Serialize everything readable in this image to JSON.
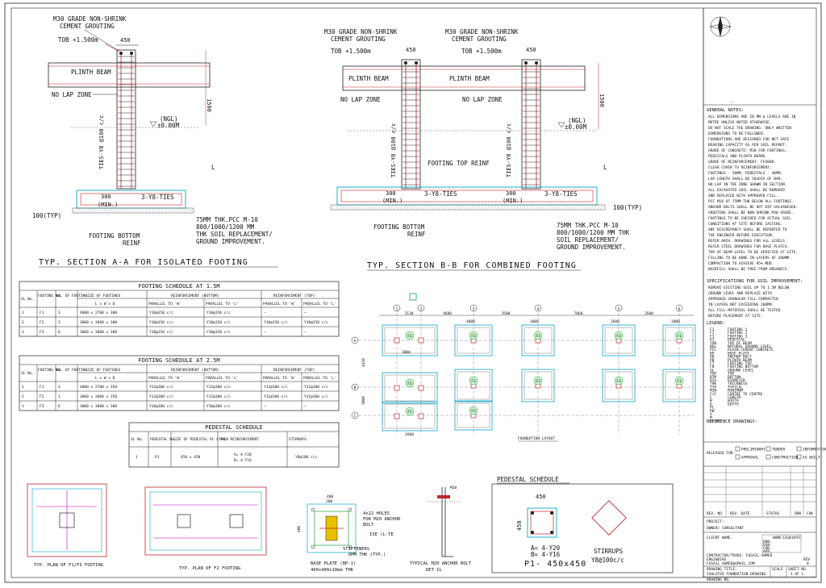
{
  "section_aa": {
    "grout": [
      "M30 GRADE NON-SHRINK",
      "CEMENT GROUTING"
    ],
    "tob": "TOB +1.500m",
    "w450": "450",
    "plinth": "PLINTH BEAM",
    "nolap": "NO LAP ZONE",
    "ngl": "(NGL)",
    "lvl": "±0.00M",
    "ties": "TIES-Y8 @100 c/c",
    "d300": "300",
    "dmin": "(MIN.)",
    "ytie": "3-Y8-TIES",
    "typ": "100(TYP)",
    "pcc": "75MM THK.PCC M-10",
    "soil": [
      "800/1000/1200 MM",
      "THK SOIL REPLACEMENT/",
      "GROUND IMPROVEMENT."
    ],
    "fbr": [
      "FOOTING BOTTOM",
      "REINF"
    ],
    "d1500": "1500",
    "L": "L",
    "title": "TYP. SECTION A-A  FOR ISOLATED FOOTING"
  },
  "section_bb": {
    "grout": [
      "M30 GRADE NON-SHRINK",
      "CEMENT GROUTING"
    ],
    "tob": "TOB +1.500m",
    "w450": "450",
    "plinth": "PLINTH BEAM",
    "nolap": "NO LAP ZONE",
    "ngl": "(NGL)",
    "lvl": "±0.00M",
    "ties": "TIES-Y8 @100 c/c",
    "top": "FOOTING TOP REINF",
    "d300": "300",
    "dmin": "(MIN.)",
    "ytie": "3-Y8-TIES",
    "typ": "100(TYP)",
    "pcc": "75MM THK.PCC M-10",
    "soil": [
      "800/1000/1200 MM THK",
      "SOIL REPLACEMENT/",
      "GROUND IMPROVEMENT."
    ],
    "fbr": [
      "FOOTING BOTTOM",
      "REINF"
    ],
    "d1500": "1500",
    "L": "L",
    "title": "TYP. SECTION B-B  FOR COMBINED FOOTING"
  },
  "schedule15": {
    "title": "FOOTING SCHEDULE AT 1.5M",
    "headers": [
      "SL No.",
      "FOOTING No.",
      "NO. OF FOOTING",
      "SIZE OF FOOTINGS",
      "REINFORCEMENT (BOTTOM)",
      "REINFORCEMENT (TOP)"
    ],
    "sub": [
      "L x W x D",
      "PARALLEL TO 'W'",
      "PARALLEL TO 'L'",
      "PARALLEL TO 'W'",
      "PARALLEL TO 'L'"
    ],
    "rows": [
      [
        "1",
        "F1",
        "3",
        "4000 x 2700 x 300",
        "Y10@150 c/c",
        "Y10@150 c/c",
        "—",
        "—"
      ],
      [
        "2",
        "F2",
        "3",
        "3000 x 2600 x 300",
        "Y10@150 c/c",
        "Y10@150 c/c",
        "Y10@150 c/c",
        "Y10@150 c/c"
      ],
      [
        "3",
        "F3",
        "6",
        "3000 x 3000 x 300",
        "Y10@150 c/c",
        "Y10@150 c/c",
        "—",
        "—"
      ]
    ]
  },
  "schedule25": {
    "title": "FOOTING SCHEDULE AT 2.5M",
    "headers": [
      "SL No.",
      "FOOTING No.",
      "NO. OF FOOTING",
      "SIZE OF FOOTINGS",
      "REINFORCEMENT (BOTTOM)",
      "REINFORCEMENT (TOP)"
    ],
    "sub": [
      "L x W x D",
      "PARALLEL TO 'W'",
      "PARALLEL TO 'L'",
      "PARALLEL TO 'W'",
      "PARALLEL TO 'L'"
    ],
    "rows": [
      [
        "1",
        "F1",
        "3",
        "4000 x 2700 x 350",
        "Y12@100 c/c",
        "Y12@100 c/c",
        "Y12@100 c/c",
        "Y12@100 c/c"
      ],
      [
        "2",
        "F2",
        "3",
        "3000 x 2600 x 350",
        "Y12@100 c/c",
        "Y12@100 c/c",
        "Y12@100 c/c",
        "Y12@100 c/c"
      ],
      [
        "3",
        "F3",
        "6",
        "3000 x 3000 x 300",
        "Y10@100 c/c",
        "Y10@100 c/c",
        "—",
        "—"
      ]
    ]
  },
  "pedestal_schedule": {
    "title": "PEDESTAL SCHEDULE",
    "headers": [
      "SL No.",
      "PEDESTAL No.",
      "SIZE OF PEDESTAL PL X PW",
      "MAIN REINFORCEMENT",
      "STIRRUPS"
    ],
    "row": [
      "1",
      "P1",
      "450 x 450",
      "A= 4-Y20",
      "B= 4-Y16",
      "Y8@100 c/c"
    ]
  },
  "layout": {
    "grid_cols": [
      "1",
      "2",
      "3",
      "4",
      "5",
      "6"
    ],
    "grid_rows": [
      "A",
      "B",
      "C"
    ],
    "dims_top": [
      "2130",
      "4600",
      "3500",
      "7060",
      "3500"
    ],
    "dims_left": [
      "4410",
      "3800"
    ],
    "footing_dims": [
      "3000",
      "3000",
      "4000",
      "2600",
      "3000",
      "2600"
    ],
    "labels": [
      "F1",
      "F2",
      "F3"
    ],
    "caption": "FOUNDATION LAYOUT"
  },
  "details": {
    "plan1": "TYP. PLAN OF F1/F3 FOOTING",
    "plan2": "TYP. PLAN OF F2 FOOTING",
    "bp_dims": [
      "400",
      "200"
    ],
    "bp_holes": [
      "4x22 HOLES",
      "FOR M20 ANCHOR",
      "BOLT"
    ],
    "bp_ise": "ISE (L-TE",
    "bp_stiff": [
      "STIFFENERS",
      "6MM THK (TYP.)"
    ],
    "bp_title": [
      "BASE PLATE (BP-1)",
      "400x400x10mm THK"
    ],
    "ab_dim": "M20",
    "ab_title": [
      "TYPICAL M20 ANCHOR BOLT",
      "DET-IL"
    ],
    "ped_title": "PEDESTAL SCHEDULE",
    "ped_w": "450",
    "ped_h": "450",
    "ped_a": "A= 4-Y20",
    "ped_b": "B= 4-Y16",
    "ped_p1": "P1- 450x450",
    "stir_label": "STIRRUPS",
    "stir_val": "Y8@100c/c"
  },
  "titleblock": {
    "notes_title": "GENERAL NOTES:",
    "notes": [
      "ALL DIMENSIONS ARE IN MM & LEVELS ARE IN",
      "METRE UNLESS NOTED OTHERWISE.",
      "DO NOT SCALE THE DRAWING. ONLY WRITTEN",
      "DIMENSIONS TO BE FOLLOWED.",
      "FOUNDATIONS ARE DESIGNED FOR NET SAFE",
      "BEARING CAPACITY AS PER SOIL REPORT.",
      "GRADE OF CONCRETE: M30 FOR FOOTINGS,",
      "PEDESTALS AND PLINTH BEAMS.",
      "GRADE OF REINFORCEMENT: FE500D.",
      "CLEAR COVER TO REINFORCEMENT:",
      "FOOTINGS - 50MM, PEDESTALS - 40MM.",
      "LAP LENGTH SHALL BE 50xDIA OF BAR.",
      "NO LAP IN THE ZONE SHOWN IN SECTION.",
      "ALL EXCAVATED SOIL SHALL BE REMOVED",
      "AND REPLACED WITH APPROVED FILL.",
      "PCC M10 OF 75MM THK BELOW ALL FOOTINGS.",
      "ANCHOR BOLTS SHALL BE HOT DIP GALVANISED.",
      "GROUTING SHALL BE NON-SHRINK M30 GRADE.",
      "FOOTINGS TO BE CHECKED FOR ACTUAL SOIL",
      "CONDITIONS AT SITE BEFORE CASTING.",
      "ANY DISCREPANCY SHALL BE REPORTED TO",
      "THE ENGINEER BEFORE EXECUTION.",
      "REFER ARCH. DRAWINGS FOR ALL LEVELS.",
      "REFER STEEL DRAWINGS FOR BASE PLATES.",
      "TOP OF BEAM LEVEL TO BE VERIFIED AT SITE.",
      "FILLING TO BE DONE IN LAYERS OF 200MM.",
      "COMPACTION TO ACHIEVE 95% MDD.",
      "BACKFILL SHALL BE FREE FROM ORGANICS."
    ],
    "spec_title": "SPECIFICATIONS FOR SOIL IMPROVEMENT:",
    "spec": [
      "REMOVE EXISTING SOIL UP TO 1.5M BELOW",
      "GROUND LEVEL AND REPLACE WITH",
      "APPROVED GRANULAR FILL COMPACTED",
      "IN LAYERS NOT EXCEEDING 200MM.",
      "ALL FILL MATERIAL SHALL BE TESTED",
      "BEFORE PLACEMENT AT SITE."
    ],
    "legend_title": "LEGEND:",
    "legend": [
      "F1",
      "F2",
      "F3",
      "P1",
      "TOB",
      "NGL",
      "PCC",
      "BP",
      "AB",
      "PB",
      "FT",
      "FB",
      "GL",
      "TOP",
      "BTM",
      "DIA",
      "THK",
      "TYP",
      "MIN",
      "C/C",
      "L",
      "W",
      "D",
      "PL",
      "PW",
      "Y",
      "M",
      "REINF"
    ],
    "legend_desc": [
      "FOOTING 1",
      "FOOTING 2",
      "FOOTING 3",
      "PEDESTAL",
      "TOP OF BEAM",
      "NATURAL GROUND LEVEL",
      "PLAIN CEMENT CONCRETE",
      "BASE PLATE",
      "ANCHOR BOLT",
      "PLINTH BEAM",
      "FOOTING TOP",
      "FOOTING BOTTOM",
      "GROUND LEVEL",
      "TOP",
      "BOTTOM",
      "DIAMETER",
      "THICKNESS",
      "TYPICAL",
      "MINIMUM",
      "CENTRE TO CENTRE",
      "LENGTH",
      "WIDTH",
      "DEPTH",
      "",
      "",
      "",
      "",
      ""
    ],
    "ref_title": "REFERENCE DRAWINGS:",
    "released": "RELEASED FOR:",
    "checks": [
      "PRELIMINARY",
      "APPROVAL",
      "TENDER",
      "CONSTRUCTION",
      "INFORMATION",
      "AS BUILT"
    ],
    "rev_head": [
      "REV. NO",
      "REV. DATE",
      "STATUS",
      "DRN",
      "CHK"
    ],
    "project": "PROJECT:",
    "owner": "OWNER/ CONSULTANT",
    "client": "CLIENT NAME",
    "name_cols": [
      "NAME",
      "SIGN",
      "DATE"
    ],
    "roles": [
      "DRN.",
      "DSN.",
      "CHK.",
      "APP."
    ],
    "contractor": [
      "CONTRACTOR/TRADE: FUSAIL AHMED",
      "ENGINEERS",
      "FUSAIL AHMED@GMAIL.COM"
    ],
    "drawing_title": "DRAWING TITLE:",
    "dwg_name": "ISOLATED FOUNDATION DRAWING",
    "dwg_no": "DRAWING NO.",
    "rev": "REV",
    "rev_val": "0",
    "scale": "SCALE",
    "sheet": "SHEET NO.",
    "sheet_val": "1 OF 1"
  }
}
